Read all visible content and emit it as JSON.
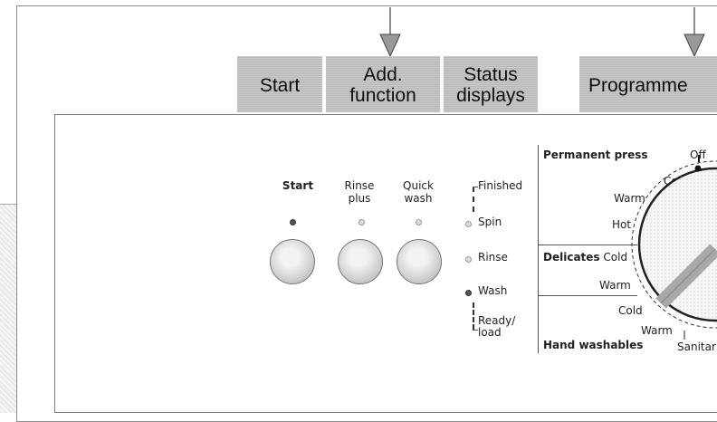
{
  "tabs": {
    "start": "Start",
    "add_function": "Add.\nfunction",
    "status_displays": "Status\ndisplays",
    "programme": "Programme"
  },
  "buttons": {
    "start": "Start",
    "rinse_plus": "Rinse\nplus",
    "quick_wash": "Quick\nwash"
  },
  "status": {
    "finished": "Finished",
    "spin": "Spin",
    "rinse": "Rinse",
    "wash": "Wash",
    "ready_load": "Ready/\nload"
  },
  "programme": {
    "permanent_press": "Permanent press",
    "off": "Off",
    "pp_cold": "Cold",
    "pp_warm": "Warm",
    "pp_hot": "Hot",
    "delicates": "Delicates",
    "del_cold": "Cold",
    "del_warm": "Warm",
    "hw_cold": "Cold",
    "hw_warm": "Warm",
    "hand_washables": "Hand washables",
    "sanitary": "Sanitar"
  }
}
